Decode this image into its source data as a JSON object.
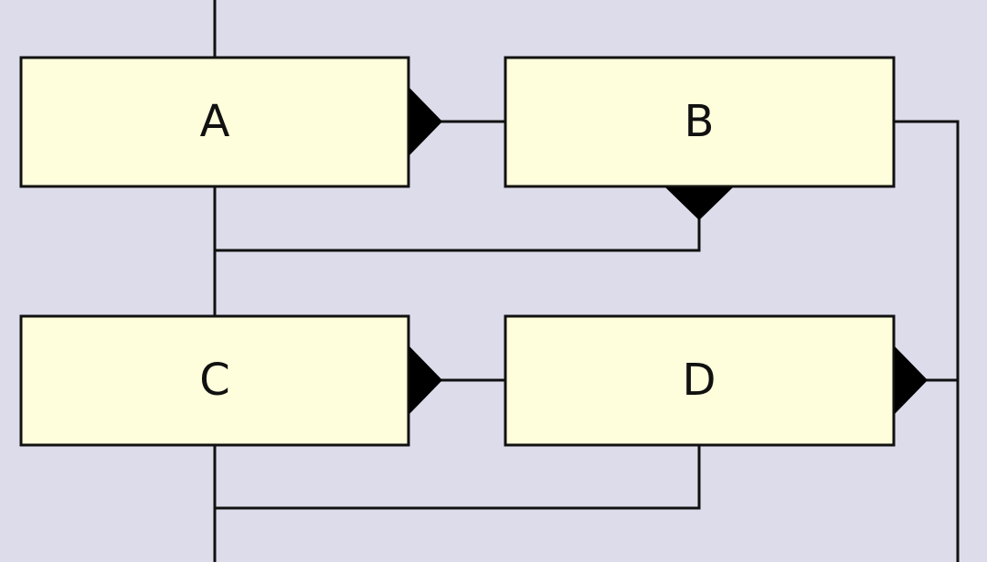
{
  "colors": {
    "background": "#dcdcea",
    "node_fill": "#fefedc",
    "stroke": "#111111",
    "port": "#000000"
  },
  "nodes": {
    "a": {
      "label": "A"
    },
    "b": {
      "label": "B"
    },
    "c": {
      "label": "C"
    },
    "d": {
      "label": "D"
    }
  }
}
